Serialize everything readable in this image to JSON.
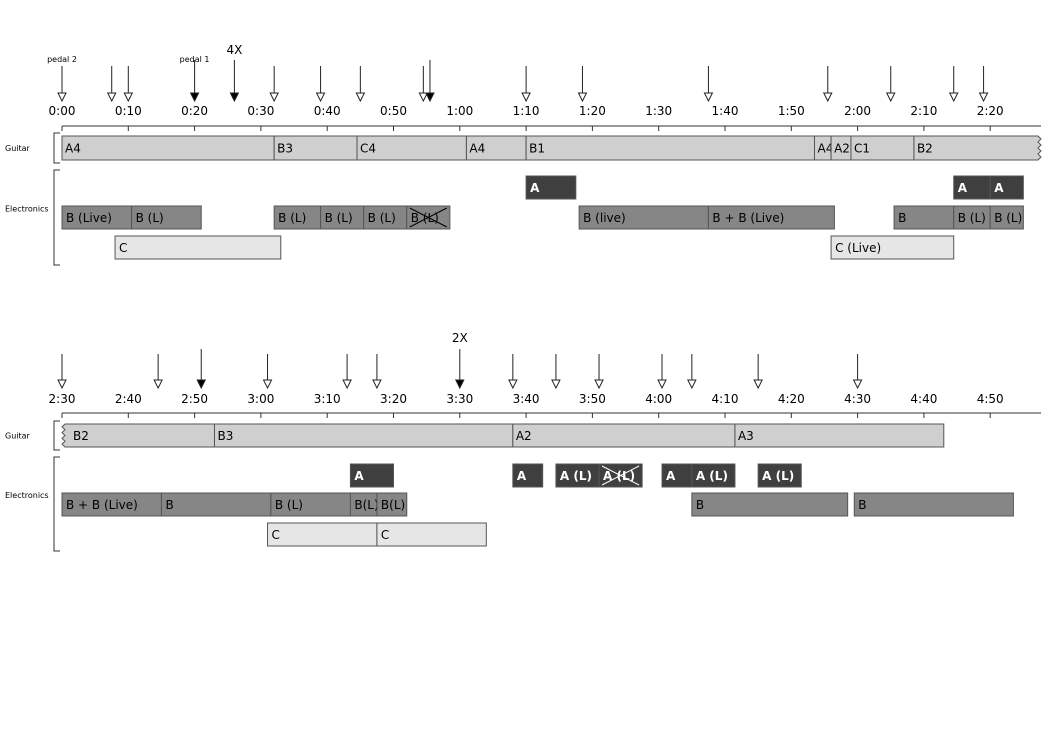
{
  "rows": [
    {
      "markers": [
        {
          "t": 0,
          "type": "open",
          "label": "pedal 2"
        },
        {
          "t": 7.5,
          "type": "open"
        },
        {
          "t": 10,
          "type": "open"
        },
        {
          "t": 20,
          "type": "filled",
          "label": "pedal 1"
        },
        {
          "t": 26,
          "type": "filled",
          "label": "4X"
        },
        {
          "t": 32,
          "type": "open"
        },
        {
          "t": 39,
          "type": "open"
        },
        {
          "t": 45,
          "type": "open"
        },
        {
          "t": 54.5,
          "type": "open"
        },
        {
          "t": 55.5,
          "type": "filled"
        },
        {
          "t": 70,
          "type": "open"
        },
        {
          "t": 78.5,
          "type": "open"
        },
        {
          "t": 97.5,
          "type": "open"
        },
        {
          "t": 115.5,
          "type": "open"
        },
        {
          "t": 125,
          "type": "open"
        },
        {
          "t": 134.5,
          "type": "open"
        },
        {
          "t": 139,
          "type": "open"
        }
      ],
      "ticks": [
        {
          "t": 0,
          "label": "0:00"
        },
        {
          "t": 10,
          "label": "0:10"
        },
        {
          "t": 20,
          "label": "0:20"
        },
        {
          "t": 30,
          "label": "0:30"
        },
        {
          "t": 40,
          "label": "0:40"
        },
        {
          "t": 50,
          "label": "0:50"
        },
        {
          "t": 60,
          "label": "1:00"
        },
        {
          "t": 70,
          "label": "1:10"
        },
        {
          "t": 80,
          "label": "1:20"
        },
        {
          "t": 90,
          "label": "1:30"
        },
        {
          "t": 100,
          "label": "1:40"
        },
        {
          "t": 110,
          "label": "1:50"
        },
        {
          "t": 120,
          "label": "2:00"
        },
        {
          "t": 130,
          "label": "2:10"
        },
        {
          "t": 140,
          "label": "2:20"
        }
      ],
      "guitar_label": "Guitar",
      "electronics_label": "Electronics",
      "guitar": [
        {
          "start": 0,
          "end": 32,
          "label": "A4"
        },
        {
          "start": 32,
          "end": 44.5,
          "label": "B3"
        },
        {
          "start": 44.5,
          "end": 61,
          "label": "C4"
        },
        {
          "start": 61,
          "end": 70,
          "label": "A4"
        },
        {
          "start": 70,
          "end": 113.5,
          "label": "B1"
        },
        {
          "start": 113.5,
          "end": 116,
          "label": "A4"
        },
        {
          "start": 116,
          "end": 119,
          "label": "A2"
        },
        {
          "start": 119,
          "end": 128.5,
          "label": "C1"
        },
        {
          "start": 128.5,
          "end": 148.5,
          "label": "B2",
          "jagged": "right"
        }
      ],
      "electronics": [
        {
          "lane": 0,
          "start": 70,
          "end": 77.5,
          "label": "A",
          "style": "dark"
        },
        {
          "lane": 0,
          "start": 134.5,
          "end": 140,
          "label": "A",
          "style": "dark"
        },
        {
          "lane": 0,
          "start": 140,
          "end": 145,
          "label": "A",
          "style": "dark"
        },
        {
          "lane": 1,
          "start": 0,
          "end": 10.5,
          "label": "B (Live)",
          "style": "mid"
        },
        {
          "lane": 1,
          "start": 10.5,
          "end": 21,
          "label": "B (L)",
          "style": "mid"
        },
        {
          "lane": 1,
          "start": 32,
          "end": 39,
          "label": "B (L)",
          "style": "mid"
        },
        {
          "lane": 1,
          "start": 39,
          "end": 45.5,
          "label": "B (L)",
          "style": "mid"
        },
        {
          "lane": 1,
          "start": 45.5,
          "end": 52,
          "label": "B (L)",
          "style": "mid"
        },
        {
          "lane": 1,
          "start": 52,
          "end": 58.5,
          "label": "B (L)",
          "style": "mid",
          "crossed": true
        },
        {
          "lane": 1,
          "start": 78,
          "end": 97.5,
          "label": "B (live)",
          "style": "mid"
        },
        {
          "lane": 1,
          "start": 97.5,
          "end": 116.5,
          "label": "B + B (Live)",
          "style": "mid"
        },
        {
          "lane": 1,
          "start": 125.5,
          "end": 134.5,
          "label": "B",
          "style": "mid"
        },
        {
          "lane": 1,
          "start": 134.5,
          "end": 140,
          "label": "B (L)",
          "style": "mid"
        },
        {
          "lane": 1,
          "start": 140,
          "end": 145,
          "label": "B (L)",
          "style": "mid"
        },
        {
          "lane": 2,
          "start": 8,
          "end": 33,
          "label": "C",
          "style": "light"
        },
        {
          "lane": 2,
          "start": 116,
          "end": 134.5,
          "label": "C (Live)",
          "style": "light"
        }
      ]
    },
    {
      "markers": [
        {
          "t": 150,
          "type": "open"
        },
        {
          "t": 164.5,
          "type": "open"
        },
        {
          "t": 171,
          "type": "filled"
        },
        {
          "t": 181,
          "type": "open"
        },
        {
          "t": 193,
          "type": "open"
        },
        {
          "t": 197.5,
          "type": "open"
        },
        {
          "t": 210,
          "type": "filled",
          "label": "2X"
        },
        {
          "t": 218,
          "type": "open"
        },
        {
          "t": 224.5,
          "type": "open"
        },
        {
          "t": 231,
          "type": "open"
        },
        {
          "t": 240.5,
          "type": "open"
        },
        {
          "t": 245,
          "type": "open"
        },
        {
          "t": 255,
          "type": "open"
        },
        {
          "t": 270,
          "type": "open"
        }
      ],
      "ticks": [
        {
          "t": 150,
          "label": "2:30"
        },
        {
          "t": 160,
          "label": "2:40"
        },
        {
          "t": 170,
          "label": "2:50"
        },
        {
          "t": 180,
          "label": "3:00"
        },
        {
          "t": 190,
          "label": "3:10"
        },
        {
          "t": 200,
          "label": "3:20"
        },
        {
          "t": 210,
          "label": "3:30"
        },
        {
          "t": 220,
          "label": "3:40"
        },
        {
          "t": 230,
          "label": "3:50"
        },
        {
          "t": 240,
          "label": "4:00"
        },
        {
          "t": 250,
          "label": "4:10"
        },
        {
          "t": 260,
          "label": "4:20"
        },
        {
          "t": 270,
          "label": "4:30"
        },
        {
          "t": 280,
          "label": "4:40"
        },
        {
          "t": 290,
          "label": "4:50"
        }
      ],
      "guitar_label": "Guitar",
      "electronics_label": "Electronics",
      "guitar": [
        {
          "start": 150,
          "end": 173,
          "label": "B2",
          "jagged": "left"
        },
        {
          "start": 173,
          "end": 218,
          "label": "B3"
        },
        {
          "start": 218,
          "end": 251.5,
          "label": "A2"
        },
        {
          "start": 251.5,
          "end": 283,
          "label": "A3"
        }
      ],
      "electronics": [
        {
          "lane": 0,
          "start": 193.5,
          "end": 200,
          "label": "A",
          "style": "dark"
        },
        {
          "lane": 0,
          "start": 218,
          "end": 222.5,
          "label": "A",
          "style": "dark"
        },
        {
          "lane": 0,
          "start": 224.5,
          "end": 231,
          "label": "A (L)",
          "style": "dark"
        },
        {
          "lane": 0,
          "start": 231,
          "end": 237.5,
          "label": "A (L)",
          "style": "dark",
          "crossed": true
        },
        {
          "lane": 0,
          "start": 240.5,
          "end": 245,
          "label": "A",
          "style": "dark"
        },
        {
          "lane": 0,
          "start": 245,
          "end": 251.5,
          "label": "A (L)",
          "style": "dark"
        },
        {
          "lane": 0,
          "start": 255,
          "end": 261.5,
          "label": "A (L)",
          "style": "dark"
        },
        {
          "lane": 1,
          "start": 150,
          "end": 165,
          "label": "B + B (Live)",
          "style": "mid"
        },
        {
          "lane": 1,
          "start": 165,
          "end": 181.5,
          "label": "B",
          "style": "mid"
        },
        {
          "lane": 1,
          "start": 181.5,
          "end": 193.5,
          "label": "B (L)",
          "style": "mid"
        },
        {
          "lane": 1,
          "start": 193.5,
          "end": 197.5,
          "label": "B(L)",
          "style": "mid"
        },
        {
          "lane": 1,
          "start": 197.5,
          "end": 202,
          "label": "B(L)",
          "style": "mid"
        },
        {
          "lane": 1,
          "start": 245,
          "end": 268.5,
          "label": "B",
          "style": "mid"
        },
        {
          "lane": 1,
          "start": 269.5,
          "end": 293.5,
          "label": "B",
          "style": "mid"
        },
        {
          "lane": 2,
          "start": 181,
          "end": 197.5,
          "label": "C",
          "style": "light"
        },
        {
          "lane": 2,
          "start": 197.5,
          "end": 214,
          "label": "C",
          "style": "light"
        }
      ]
    }
  ],
  "colors": {
    "guitar_fill": "#cfcfcf",
    "dark_fill": "#3f3f3f",
    "mid_fill": "#868686",
    "light_fill": "#e6e6e6",
    "stroke": "#555555",
    "text": "#000000"
  }
}
